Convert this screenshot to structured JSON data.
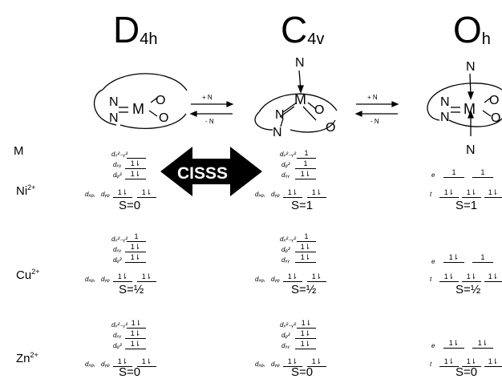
{
  "symmetries": [
    {
      "main": "D",
      "sub": "4h"
    },
    {
      "main": "C",
      "sub": "4v"
    },
    {
      "main": "O",
      "sub": "h"
    }
  ],
  "equilibria": [
    {
      "forward": "+ N",
      "backward": "- N"
    },
    {
      "forward": "+ N",
      "backward": "- N"
    }
  ],
  "atoms": {
    "metal": "M",
    "nitrogen": "N",
    "oxygen": "O"
  },
  "center_label": "CISSS",
  "row_header": "M",
  "ions": [
    {
      "base": "Ni",
      "charge": "2+"
    },
    {
      "base": "Cu",
      "charge": "2+"
    },
    {
      "base": "Zn",
      "charge": "2+"
    }
  ],
  "orbitals": {
    "dx2y2": "dₓ²₋ᵧ²",
    "dxy": "dₓᵧ",
    "dz2": "dᵩ²",
    "dxz": "dₓᵩ,",
    "dyz": "dᵧᵩ",
    "eg": "e",
    "t2g": "t"
  },
  "electrons": {
    "single": "1",
    "paired": "1⇂"
  },
  "spin_states": {
    "ni": "S=0",
    "ni_c4v": "S=1",
    "ni_oh": "S=1",
    "cu": "S=½",
    "zn": "S=0"
  },
  "colors": {
    "ink": "#000000",
    "background": "#ffffff"
  }
}
